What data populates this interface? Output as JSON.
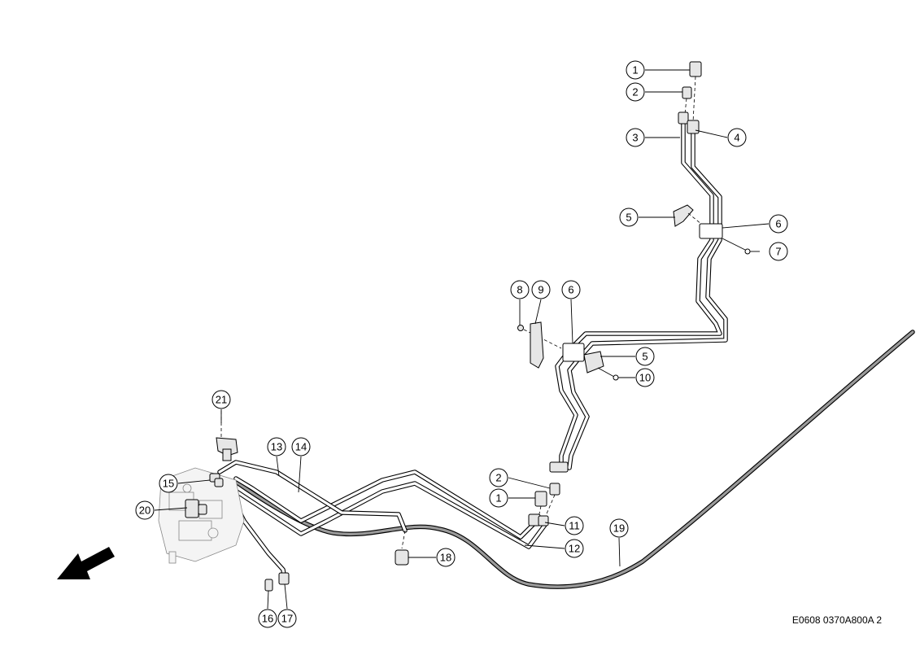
{
  "diagram": {
    "reference_code": "E0608 0370A800A 2",
    "callouts": [
      {
        "id": "c1-top",
        "label": "1"
      },
      {
        "id": "c2-top",
        "label": "2"
      },
      {
        "id": "c3",
        "label": "3"
      },
      {
        "id": "c4",
        "label": "4"
      },
      {
        "id": "c5-top",
        "label": "5"
      },
      {
        "id": "c6-top",
        "label": "6"
      },
      {
        "id": "c7",
        "label": "7"
      },
      {
        "id": "c8",
        "label": "8"
      },
      {
        "id": "c9",
        "label": "9"
      },
      {
        "id": "c6-mid",
        "label": "6"
      },
      {
        "id": "c5-mid",
        "label": "5"
      },
      {
        "id": "c10",
        "label": "10"
      },
      {
        "id": "c21",
        "label": "21"
      },
      {
        "id": "c13",
        "label": "13"
      },
      {
        "id": "c14",
        "label": "14"
      },
      {
        "id": "c15",
        "label": "15"
      },
      {
        "id": "c20",
        "label": "20"
      },
      {
        "id": "c2-low",
        "label": "2"
      },
      {
        "id": "c1-low",
        "label": "1"
      },
      {
        "id": "c11",
        "label": "11"
      },
      {
        "id": "c12",
        "label": "12"
      },
      {
        "id": "c19",
        "label": "19"
      },
      {
        "id": "c18",
        "label": "18"
      },
      {
        "id": "c16",
        "label": "16"
      },
      {
        "id": "c17",
        "label": "17"
      }
    ]
  }
}
